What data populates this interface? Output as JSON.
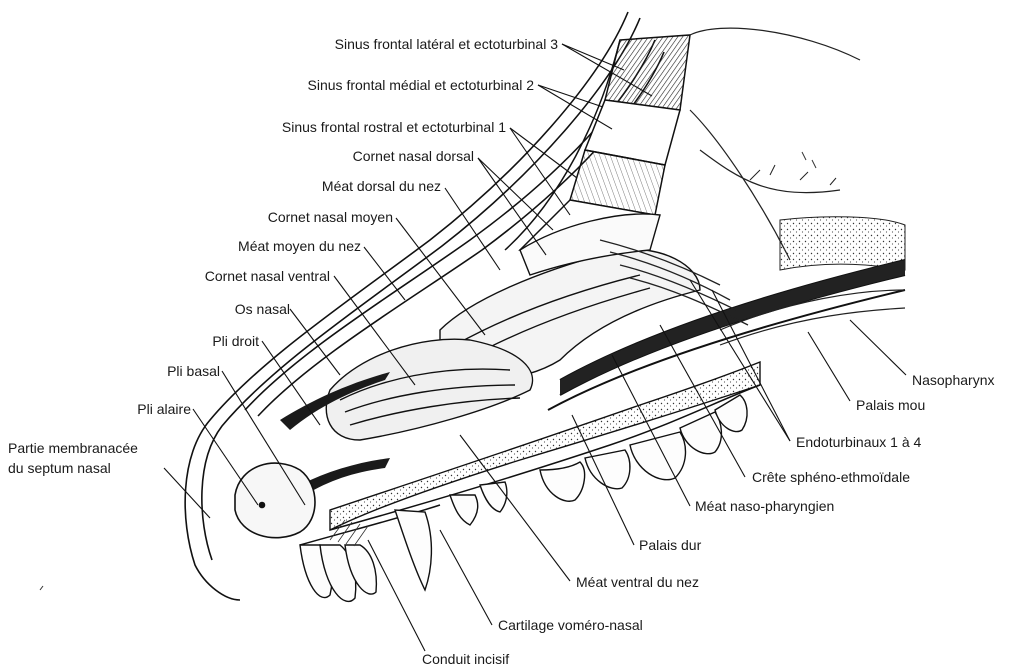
{
  "labels": {
    "sinus_frontal_lateral": "Sinus frontal latéral et ectoturbinal 3",
    "sinus_frontal_medial": "Sinus frontal médial et ectoturbinal 2",
    "sinus_frontal_rostral": "Sinus frontal rostral et ectoturbinal 1",
    "cornet_nasal_dorsal": "Cornet nasal dorsal",
    "meat_dorsal": "Méat dorsal du nez",
    "cornet_nasal_moyen": "Cornet nasal moyen",
    "meat_moyen": "Méat moyen du nez",
    "cornet_nasal_ventral": "Cornet nasal ventral",
    "os_nasal": "Os nasal",
    "pli_droit": "Pli droit",
    "pli_basal": "Pli basal",
    "pli_alaire": "Pli alaire",
    "partie_membranacee_1": "Partie membranacée",
    "partie_membranacee_2": "du septum nasal",
    "nasopharynx": "Nasopharynx",
    "palais_mou": "Palais mou",
    "endoturbinaux": "Endoturbinaux 1 à 4",
    "crete_spheno": "Crête sphéno-ethmoïdale",
    "meat_naso_pharyngien": "Méat naso-pharyngien",
    "palais_dur": "Palais dur",
    "meat_ventral": "Méat ventral du nez",
    "cartilage_vomero": "Cartilage voméro-nasal",
    "conduit_incisif": "Conduit incisif"
  }
}
